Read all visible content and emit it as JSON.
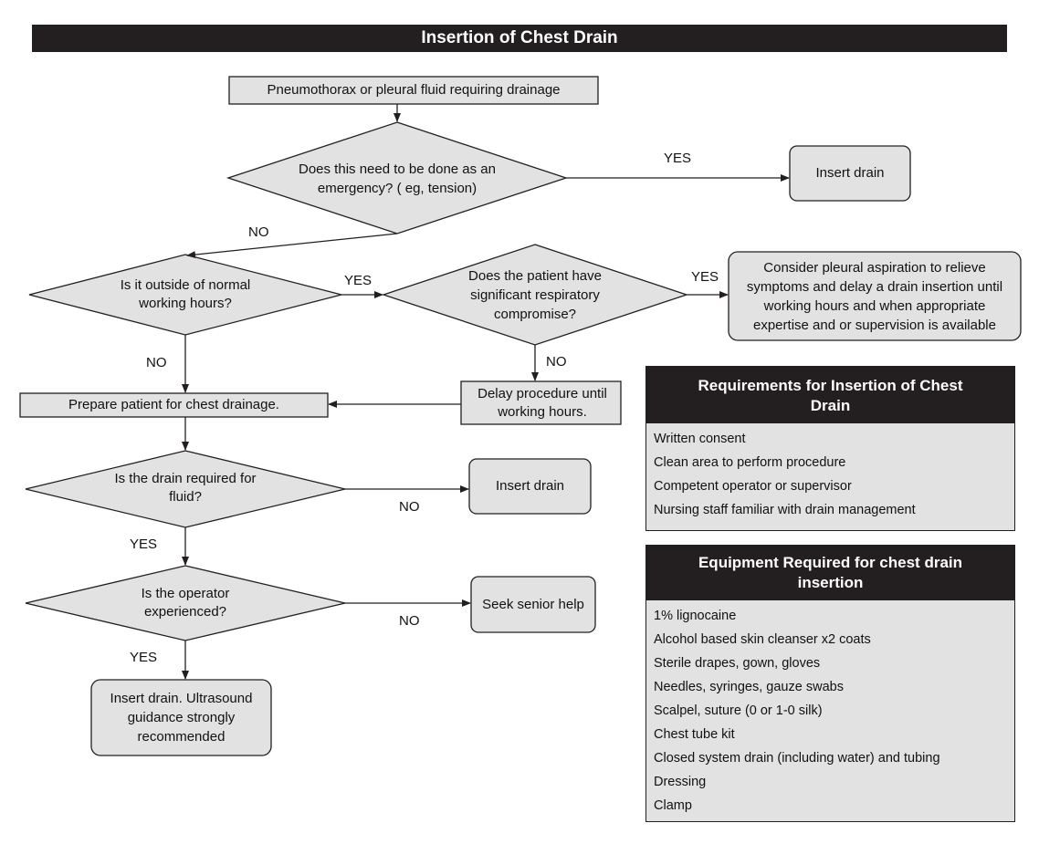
{
  "title": "Insertion of Chest Drain",
  "colors": {
    "box_fill": "#e2e2e2",
    "stroke": "#231f20",
    "header_fill": "#231f20"
  },
  "nodes": {
    "start": "Pneumothorax or pleural fluid requiring drainage",
    "emergency_q": "Does this need to be done as an emergency? ( eg, tension)",
    "insert_drain_emergency": "Insert drain",
    "out_of_hours_q": "Is it outside of normal working hours?",
    "resp_compromise_q": "Does the patient have significant respiratory compromise?",
    "consider_aspiration": "Consider pleural aspiration to relieve symptoms and delay a drain insertion until working hours and when appropriate expertise and or supervision is available",
    "delay_procedure": "Delay procedure until working hours.",
    "prepare_patient": "Prepare patient for chest drainage.",
    "fluid_q": "Is the drain required for fluid?",
    "insert_drain_fluid": "Insert drain",
    "experienced_q": "Is the operator experienced?",
    "seek_help": "Seek senior help",
    "insert_drain_final": "Insert drain. Ultrasound guidance strongly recommended"
  },
  "edge_labels": {
    "emergency_yes": "YES",
    "emergency_no": "NO",
    "out_of_hours_yes": "YES",
    "out_of_hours_no": "NO",
    "resp_yes": "YES",
    "resp_no": "NO",
    "fluid_no": "NO",
    "fluid_yes": "YES",
    "experienced_no": "NO",
    "experienced_yes": "YES"
  },
  "requirements": {
    "heading": "Requirements for Insertion of Chest Drain",
    "items": [
      "Written consent",
      "Clean area to perform procedure",
      "Competent operator or supervisor",
      "Nursing staff familiar with drain management"
    ]
  },
  "equipment": {
    "heading": "Equipment Required for chest drain insertion",
    "items": [
      "1% lignocaine",
      "Alcohol based skin cleanser x2 coats",
      "Sterile drapes, gown, gloves",
      "Needles, syringes, gauze swabs",
      "Scalpel, suture (0 or 1-0 silk)",
      "Chest tube kit",
      "Closed system drain (including water) and tubing",
      "Dressing",
      "Clamp"
    ]
  }
}
